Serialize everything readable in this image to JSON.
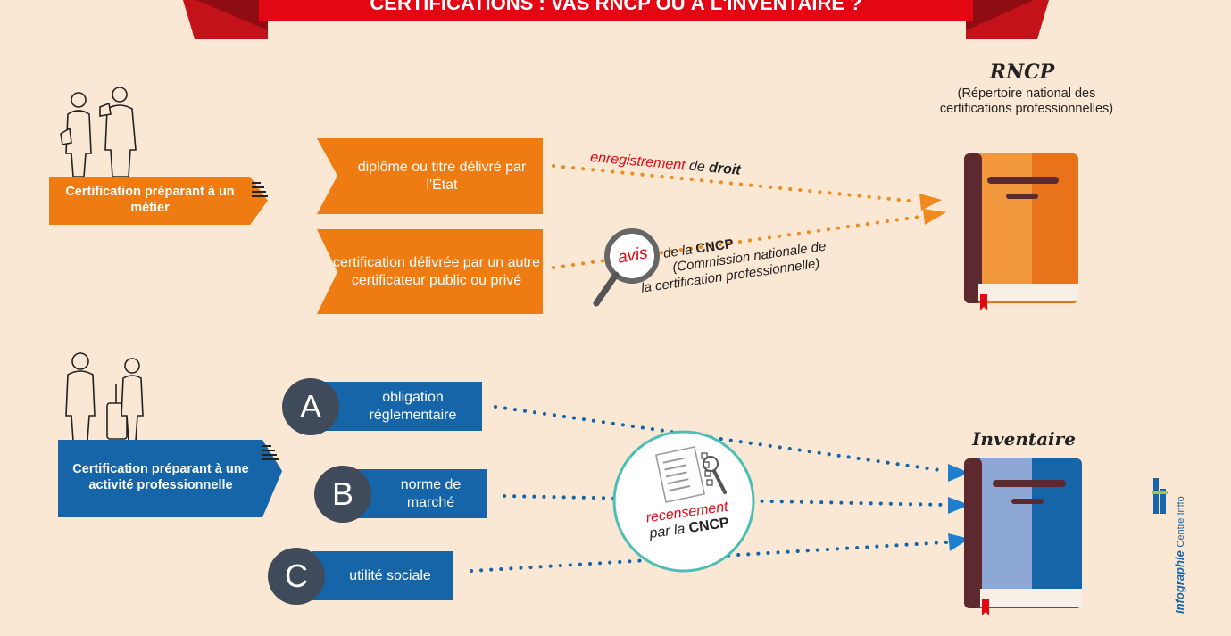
{
  "banner": {
    "title": "CERTIFICATIONS : VAS RNCP OU À L'INVENTAIRE ?"
  },
  "rncp": {
    "title": "RNCP",
    "subtitle": "(Répertoire national des certifications professionnelles)"
  },
  "inventaire": {
    "title": "Inventaire"
  },
  "section1": {
    "label": "Certification préparant à un métier",
    "box1": "diplôme ou titre délivré par l'État",
    "box2": "certification délivrée par un autre certificateur public ou privé",
    "arrow1": {
      "part1": "enregistrement",
      "part2": "de",
      "part3": "droit"
    },
    "arrow2": {
      "avis": "avis",
      "line1a": "de la",
      "line1b": "CNCP",
      "line2": "(Commission nationale de",
      "line3": "la certification professionnelle)"
    }
  },
  "section2": {
    "label": "Certification préparant à une activité professionnelle",
    "itemA": {
      "letter": "A",
      "text": "obligation réglementaire"
    },
    "itemB": {
      "letter": "B",
      "text": "norme de marché"
    },
    "itemC": {
      "letter": "C",
      "text": "utilité sociale"
    },
    "recensement": {
      "word": "recensement",
      "by": "par la",
      "org": "CNCP"
    }
  },
  "credit": {
    "text1": "Infographie",
    "text2": "Centre Inffo"
  },
  "colors": {
    "orange": "#ef7c12",
    "blue": "#1565a8",
    "red": "#e30613",
    "background": "#fbe8d4",
    "dark": "#3f4b5a"
  }
}
